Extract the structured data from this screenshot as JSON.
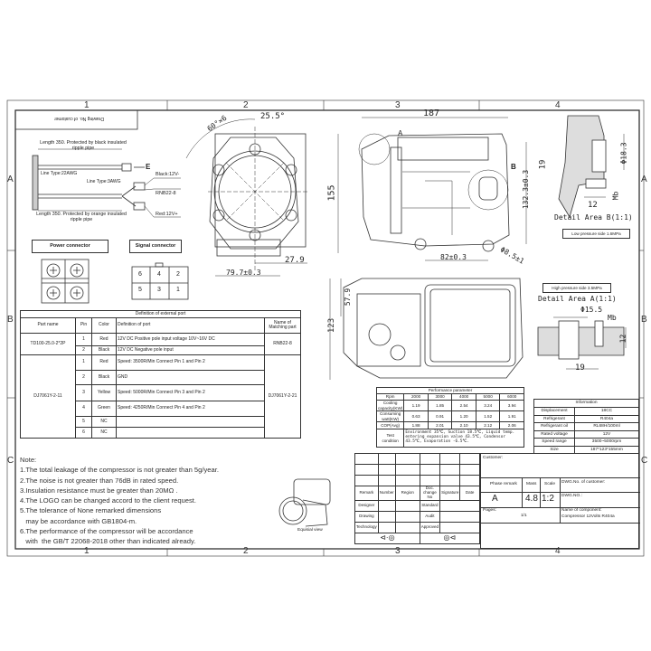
{
  "frame": {
    "columns": [
      "1",
      "2",
      "3",
      "4"
    ],
    "rows": [
      "A",
      "B",
      "C"
    ]
  },
  "customer_drawing_label": "Drawing No. of customer",
  "cable": {
    "top_text": "Length 350. Protected by black insulated ripple pipe",
    "bottom_text": "Length 350. Protected by orange insulated ripple pipe",
    "line_type_1": "Line Type:22AWG",
    "line_type_2": "Line Type:3AWG",
    "connector_e": "E",
    "black": "Black:12V-",
    "rnb": "RNB22-8",
    "red": "Red:12V+"
  },
  "power_connector": {
    "label": "Power connector"
  },
  "signal_connector": {
    "label": "Signal connector",
    "pins": [
      "6",
      "4",
      "2",
      "5",
      "3",
      "1"
    ]
  },
  "external_port": {
    "title": "Definition of external port",
    "headers": [
      "Part name",
      "Pin",
      "Color",
      "Definition of port",
      "Name of Matching part"
    ],
    "groups": [
      {
        "part": "TD100-25.0-2*2P",
        "match": "RNB22-8",
        "rows": [
          {
            "pin": "1",
            "color": "Red",
            "def": "12V DC Positive pole input voltage 10V~16V DC"
          },
          {
            "pin": "2",
            "color": "Black",
            "def": "12V DC Negative pole input"
          }
        ]
      },
      {
        "part": "DJ7061Y-2-11",
        "match": "DJ7061Y-2-21",
        "rows": [
          {
            "pin": "1",
            "color": "Red",
            "def": "Speed: 3500R/Min Connect Pin 1 and Pin 2"
          },
          {
            "pin": "2",
            "color": "Black",
            "def": "GND"
          },
          {
            "pin": "3",
            "color": "Yellow",
            "def": "Speed: 5000R/Min Connect Pin 3 and Pin 2"
          },
          {
            "pin": "4",
            "color": "Green",
            "def": "Speed: 4250R/Min Connect Pin 4 and Pin 2"
          },
          {
            "pin": "5",
            "color": "NC",
            "def": ""
          },
          {
            "pin": "6",
            "color": "NC",
            "def": ""
          }
        ]
      }
    ]
  },
  "dimensions": {
    "angle": "60°×6",
    "angle2": "25.5°",
    "d279": "27.9",
    "d797": "79.7±0.3",
    "d187": "187",
    "d155": "155",
    "d1323": "132.3±0.3",
    "d82": "82±0.3",
    "d85": "Φ8.5±1",
    "d123": "123",
    "d579": "57.9",
    "A": "A",
    "B": "B"
  },
  "detail_b": {
    "title": "Detail Area B(1:1)",
    "d183": "Φ18.3",
    "d19": "19",
    "d12": "12",
    "mb": "Mb",
    "note": "Low pressure side 1.6MPa"
  },
  "detail_a": {
    "title": "Detail Area A(1:1)",
    "d155": "Φ15.5",
    "mb": "Mb",
    "d12": "12",
    "d19": "19",
    "note": "High pressure side 3.5MPa"
  },
  "performance": {
    "title": "Performance parameter",
    "rpm_label": "Rpm",
    "rpm": [
      "2000",
      "3000",
      "4000",
      "5000",
      "6000"
    ],
    "rows": [
      {
        "label": "Cooling capacity(KW)",
        "values": [
          "1.19",
          "1.85",
          "2.54",
          "3.24",
          "3.94"
        ]
      },
      {
        "label": "Consuming watt(KW)",
        "values": [
          "0.63",
          "0.91",
          "1.20",
          "1.52",
          "1.91"
        ]
      },
      {
        "label": "COP(Avg)",
        "values": [
          "1.88",
          "2.01",
          "2.10",
          "2.12",
          "2.06"
        ]
      }
    ],
    "test_label": "Test condition",
    "test_text": "Environment 35℃, Suction 18.5℃, Liquid temp. entering expansion valve 43.5℃, Condensor 43.5℃, Evaporation -6.5℃."
  },
  "information": {
    "title": "Information",
    "rows": [
      [
        "Displacement",
        "18CC"
      ],
      [
        "Refrigerant",
        "R404a"
      ],
      [
        "Refrigerant oil",
        "RL68H/100ml"
      ],
      [
        "Rated voltage",
        "12V"
      ],
      [
        "Speed range",
        "3500~5000rpm"
      ],
      [
        "Size",
        "187*123*155mm"
      ]
    ]
  },
  "notes": {
    "title": "Note:",
    "items": [
      "1.The total leakage of the compressor is not greater than 5g/year.",
      "2.The noise is not greater than 76dB in rated speed.",
      "3.Insulation resistance must be greater than 20MΩ .",
      "4.The LOGO can be changed accord to the client request.",
      "5.The tolerance of None remarked dimensions",
      "   may be accordance with GB1804-m.",
      "6.The performance of the compressor will be accordance",
      "   with  the GB/T 22068-2018 other than indicated already."
    ]
  },
  "equisial_caption": "Equisial view",
  "title_block": {
    "rev_headers": [
      "Remark",
      "Number",
      "Region",
      "Doc. change No",
      "Signature",
      "Date"
    ],
    "designer": "Designer",
    "drawing": "Drawing",
    "technology": "Technology",
    "standard": "Standard",
    "audit": "Audit",
    "approved": "Approved",
    "customer": "Customer:",
    "phase_remark": "Phase remark",
    "mass_label": "Mass",
    "scale_label": "Scale",
    "dwg_customer": "DWG.No. of customer:",
    "phase": "A",
    "mass": "4.8",
    "scale": "1:2",
    "dwg_no": "DWG.NO.:",
    "pages_label": "Pages:",
    "pages": "1/1",
    "component_label": "Name of component:",
    "component": "Compressor 12Volts R404a"
  }
}
